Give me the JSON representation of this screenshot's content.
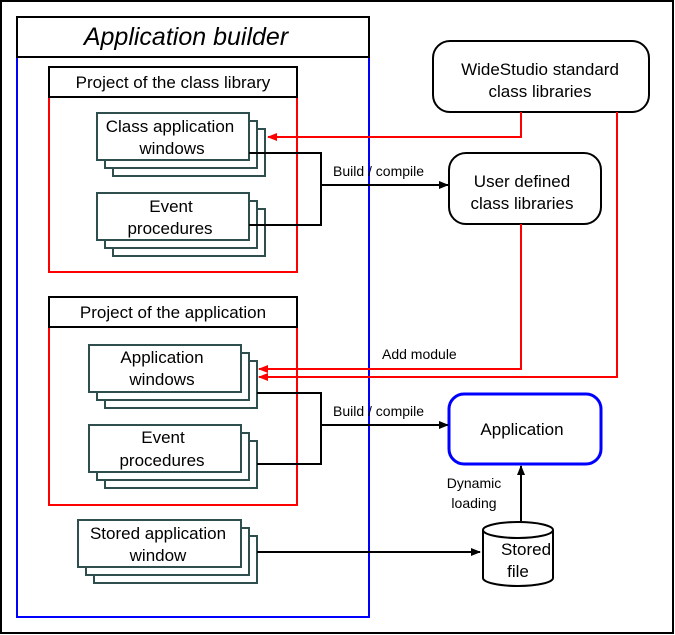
{
  "title": "Application builder",
  "class_library_project": {
    "header": "Project of the class library",
    "class_app_windows": [
      "Class application",
      "windows"
    ],
    "event_procedures": [
      "Event",
      "procedures"
    ]
  },
  "application_project": {
    "header": "Project of the application",
    "app_windows": [
      "Application",
      "windows"
    ],
    "event_procedures": [
      "Event",
      "procedures"
    ]
  },
  "stored_app_window": [
    "Stored application",
    "window"
  ],
  "widestudio_libs": [
    "WideStudio standard",
    "class libraries"
  ],
  "user_libs": [
    "User defined",
    "class libraries"
  ],
  "application": "Application",
  "stored_file": [
    "Stored",
    "file"
  ],
  "labels": {
    "build_compile_1": "Build / compile",
    "build_compile_2": "Build / compile",
    "add_module": "Add module",
    "dynamic_loading": [
      "Dynamic",
      "loading"
    ]
  },
  "colors": {
    "builder_border": "#0000ff",
    "project_border": "#ff0000",
    "stack_border": "#2f4f4f",
    "link_red": "#ff0000",
    "app_border": "#0000ff"
  }
}
